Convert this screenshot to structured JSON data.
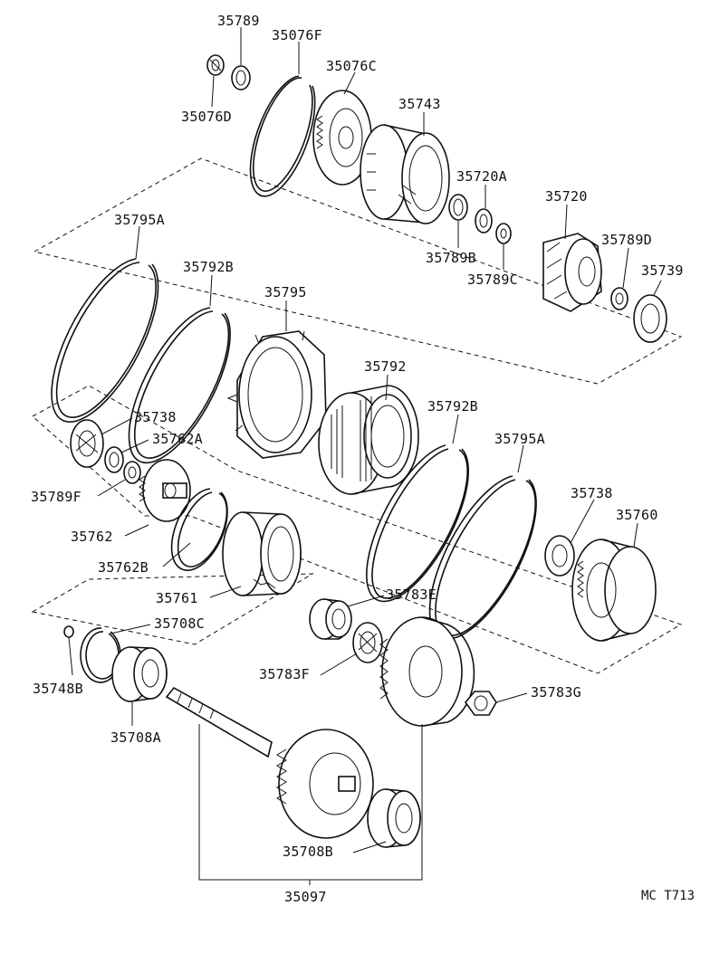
{
  "labels": {
    "p35789": "35789",
    "p35076F": "35076F",
    "p35076C": "35076C",
    "p35076D": "35076D",
    "p35743": "35743",
    "p35720A": "35720A",
    "p35720": "35720",
    "p35789B": "35789B",
    "p35789C": "35789C",
    "p35789D": "35789D",
    "p35739": "35739",
    "p35795A_top": "35795A",
    "p35792B_top": "35792B",
    "p35795": "35795",
    "p35792": "35792",
    "p35738_left": "35738",
    "p35762A": "35762A",
    "p35789F": "35789F",
    "p35762": "35762",
    "p35762B": "35762B",
    "p35761": "35761",
    "p35792B_mid": "35792B",
    "p35795A_mid": "35795A",
    "p35738_right": "35738",
    "p35760": "35760",
    "p35783E": "35783E",
    "p35708C": "35708C",
    "p35748B": "35748B",
    "p35783F": "35783F",
    "p35783G": "35783G",
    "p35708A": "35708A",
    "p35708B": "35708B",
    "p35097": "35097"
  },
  "figure_code": "MC T713"
}
